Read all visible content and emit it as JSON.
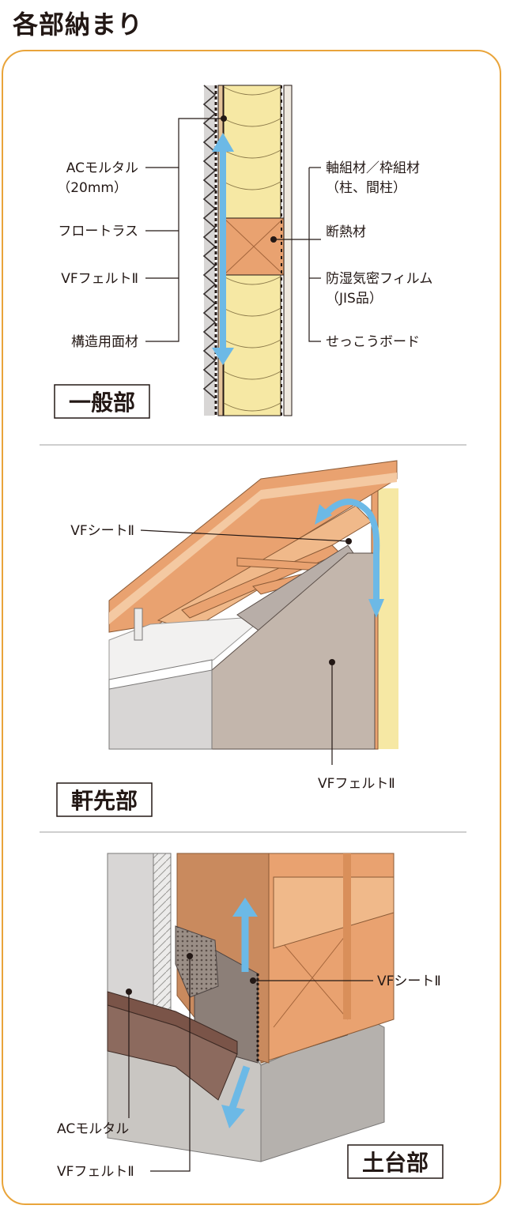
{
  "page": {
    "title": "各部納まり"
  },
  "colors": {
    "frame": "#e9a43a",
    "arrow": "#6cb9e6",
    "insulation": "#f6e8a4",
    "wood": "#e9a270",
    "mortar": "#d8d6d5",
    "felt": "#b8aea8",
    "concrete": "#c9c6c2"
  },
  "general": {
    "section_label": "一般部",
    "labels": {
      "ac_mortar_1": "ACモルタル",
      "ac_mortar_2": "（20mm）",
      "lath": "フロートラス",
      "felt": "VFフェルトⅡ",
      "sheathing": "構造用面材",
      "framing_1": "軸組材／枠組材",
      "framing_2": "（柱、間柱）",
      "insulation": "断熱材",
      "vapor_1": "防湿気密フィルム",
      "vapor_2": "（JIS品）",
      "gypsum": "せっこうボード"
    }
  },
  "eave": {
    "section_label": "軒先部",
    "labels": {
      "sheet": "VFシートⅡ",
      "felt": "VFフェルトⅡ"
    }
  },
  "sill": {
    "section_label": "土台部",
    "labels": {
      "sheet": "VFシートⅡ",
      "mortar": "ACモルタル",
      "felt": "VFフェルトⅡ"
    }
  }
}
